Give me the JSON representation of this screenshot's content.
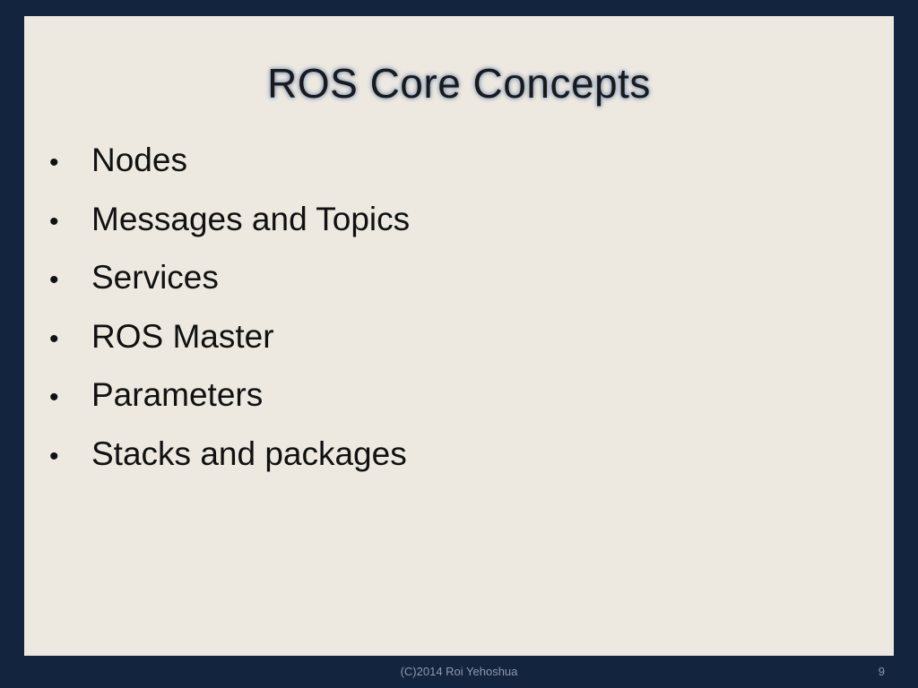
{
  "slide": {
    "title": "ROS Core Concepts",
    "bullet_glyph": "•",
    "bullets": [
      "Nodes",
      "Messages and Topics",
      "Services",
      "ROS Master",
      "Parameters",
      "Stacks and packages"
    ],
    "footer": "(C)2014 Roi Yehoshua",
    "page_number": "9"
  },
  "colors": {
    "background": "#13243f",
    "panel": "#ede9e0",
    "text": "#111111",
    "title_glow": "#6f87ad",
    "footer_text": "#8e98aa"
  }
}
